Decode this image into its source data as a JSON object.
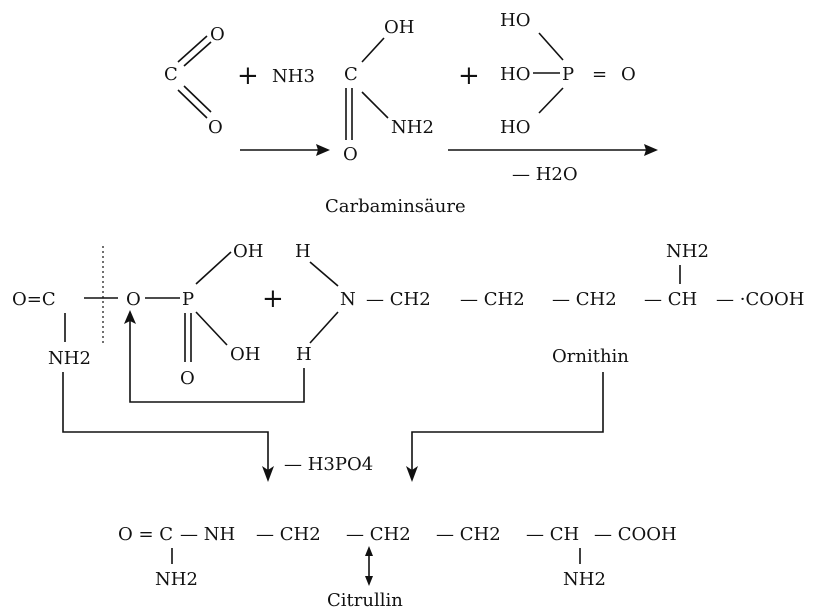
{
  "reaction1": {
    "co2_c": "C",
    "co2_o_top": "O",
    "co2_o_bottom": "O",
    "plus1": "+",
    "nh3": "NH3",
    "carb_oh": "OH",
    "carb_c": "C",
    "carb_o": "O",
    "carb_nh2": "NH2",
    "plus2": "+",
    "phos_ho_top": "HO",
    "phos_ho_mid": "HO",
    "phos_p": "P",
    "phos_eq": "=",
    "phos_o": "O",
    "phos_ho_bottom": "HO",
    "minus_h2o": "— H2O",
    "carbamic_name": "Carbaminsäure"
  },
  "reaction2": {
    "o_eq_c": "O=C",
    "nh2_left": "NH2",
    "o_link": "O",
    "p_oh_top": "OH",
    "p": "P",
    "p_oh_bottom": "OH",
    "p_o": "O",
    "plus": "+",
    "h_top": "H",
    "n": "N",
    "h_bottom": "H",
    "chain": [
      "— CH2",
      "— CH2",
      "— CH2",
      "— CH",
      "— ·COOH"
    ],
    "nh2_top": "NH2",
    "ornithin": "Ornithin",
    "minus_h3po4": "— H3PO4"
  },
  "product": {
    "chain": [
      "O = C",
      "— NH",
      "— CH2",
      "— CH2",
      "— CH2",
      "— CH",
      "— COOH"
    ],
    "nh2_left": "NH2",
    "nh2_right": "NH2",
    "citrullin": "Citrullin"
  }
}
